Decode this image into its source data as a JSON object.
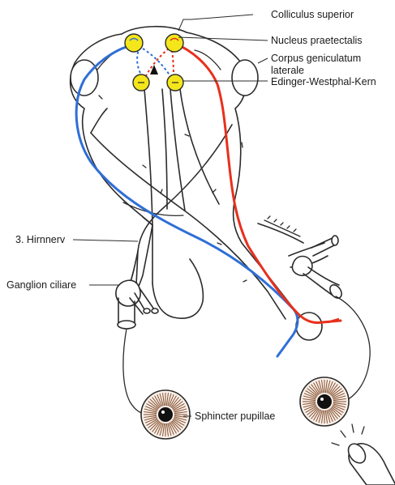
{
  "labels": {
    "colliculus": "Colliculus superior",
    "praetectalis": "Nucleus praetectalis",
    "corpus_line1": "Corpus geniculatum",
    "corpus_line2": "laterale",
    "edinger": "Edinger-Westphal-Kern",
    "hirnnerv": "3. Hirnnerv",
    "ganglion": "Ganglion ciliare",
    "sphincter": "Sphincter pupillae"
  },
  "colors": {
    "left_pathway": "#2f6fd6",
    "right_pathway": "#e8301c",
    "nucleus_fill": "#f3e61a",
    "outline": "#2b2b2b",
    "iris": "#8a5a3c"
  }
}
